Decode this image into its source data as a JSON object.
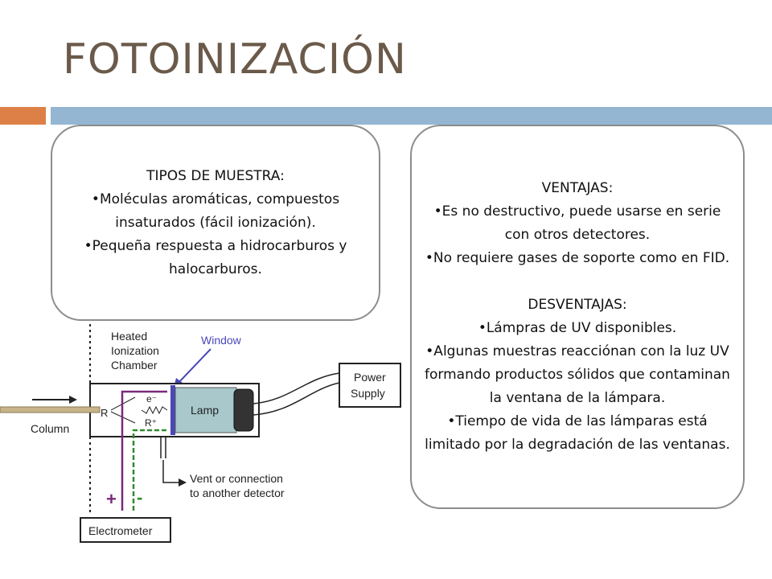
{
  "slide": {
    "title": "FOTOINIZACIÓN"
  },
  "tipos": {
    "heading": "TIPOS DE MUESTRA:",
    "bullets": [
      "•Moléculas aromáticas, compuestos insaturados (fácil ionización).",
      "•Pequeña respuesta a hidrocarburos y halocarburos."
    ]
  },
  "ventajas": {
    "heading": "VENTAJAS:",
    "bullets": [
      "•Es no destructivo, puede usarse en serie con otros detectores.",
      "•No requiere gases de soporte como en FID."
    ]
  },
  "desventajas": {
    "heading": "DESVENTAJAS:",
    "bullets": [
      "•Lámpras de UV disponibles.",
      "•Algunas muestras reacciónan con la luz UV formando productos sólidos que contaminan la ventana de la lámpara.",
      "•Tiempo de vida de las lámparas está limitado por la degradación de las ventanas."
    ]
  },
  "diagram": {
    "chamber_line1": "Heated",
    "chamber_line2": "Ionization",
    "chamber_line3": "Chamber",
    "window": "Window",
    "power_line1": "Power",
    "power_line2": "Supply",
    "lamp": "Lamp",
    "column": "Column",
    "r_left": "R",
    "e_minus": "e⁻",
    "r_plus": "R⁺",
    "vent_line1": "Vent or connection",
    "vent_line2": "to another detector",
    "plus": "+",
    "minus": "-",
    "electrometer": "Electrometer",
    "colors": {
      "purple": "#7a2a7a",
      "green": "#2e8b2e",
      "lamp": "#a8c8cc",
      "window": "#4a48b8",
      "column": "#c8b48a"
    }
  }
}
